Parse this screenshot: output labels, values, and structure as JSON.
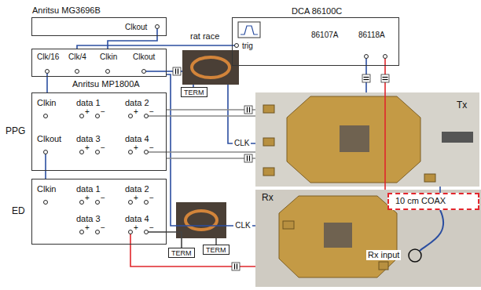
{
  "diagram": {
    "nodes": [
      {
        "text": [
          "Anritsu MG3696B",
          "Clkout"
        ]
      },
      {
        "text": [
          "Clk/16",
          "Clk/4",
          "Clkin",
          "Clkout"
        ]
      },
      {
        "text": [
          "PPG",
          "Clkin",
          "data 1",
          "data 2",
          "Clkout",
          "data 3",
          "data 4",
          "+",
          "−",
          "+",
          "−",
          "+",
          "−",
          "+",
          "−"
        ]
      },
      {
        "text": [
          "ED",
          "Clkin",
          "data 1",
          "data 2",
          "data 3",
          "data 4",
          "+",
          "−",
          "+",
          "−",
          "+",
          "−",
          "+",
          "−"
        ]
      },
      {
        "text": [
          "DCA 86100C",
          "86107A",
          "86118A",
          "trig"
        ]
      },
      {
        "text": [
          "rat race"
        ]
      },
      {
        "text": [
          "TERM"
        ]
      },
      {
        "text": [
          "Tx"
        ]
      },
      {
        "text": [
          "Rx"
        ]
      },
      {
        "text": [
          "10 cm COAX"
        ],
        "in": 8
      },
      {
        "text": [
          "TERM"
        ]
      },
      {
        "text": [
          "TERM"
        ]
      }
    ],
    "edges": [
      {
        "from": 0,
        "to": 1,
        "arrow": "none"
      },
      {
        "from": 1,
        "to": 4,
        "arrow": "none"
      },
      {
        "from": 1,
        "to": 2,
        "arrow": "none"
      },
      {
        "from": 1,
        "to": 5,
        "arrow": "none"
      },
      {
        "from": 1,
        "to": 8,
        "label": "CLK",
        "arrow": "none"
      },
      {
        "from": 5,
        "to": 6,
        "arrow": "none"
      },
      {
        "from": 5,
        "to": 7,
        "label": "CLK",
        "arrow": "none"
      },
      {
        "from": 2,
        "to": 3,
        "arrow": "none"
      },
      {
        "from": 2,
        "to": 7,
        "arrow": "none"
      },
      {
        "from": 2,
        "to": 7,
        "arrow": "none"
      },
      {
        "from": 2,
        "to": 7,
        "arrow": "none"
      },
      {
        "from": 2,
        "to": 7,
        "arrow": "none"
      },
      {
        "from": 7,
        "to": 4,
        "arrow": "none"
      },
      {
        "from": 8,
        "to": 4,
        "arrow": "none"
      },
      {
        "from": 8,
        "to": 3,
        "arrow": "none"
      },
      {
        "from": 3,
        "to": 10,
        "arrow": "none"
      },
      {
        "from": 7,
        "to": 9,
        "arrow": "none"
      }
    ],
    "labels": [
      "Anritsu MP1800A",
      "Rx input"
    ]
  }
}
